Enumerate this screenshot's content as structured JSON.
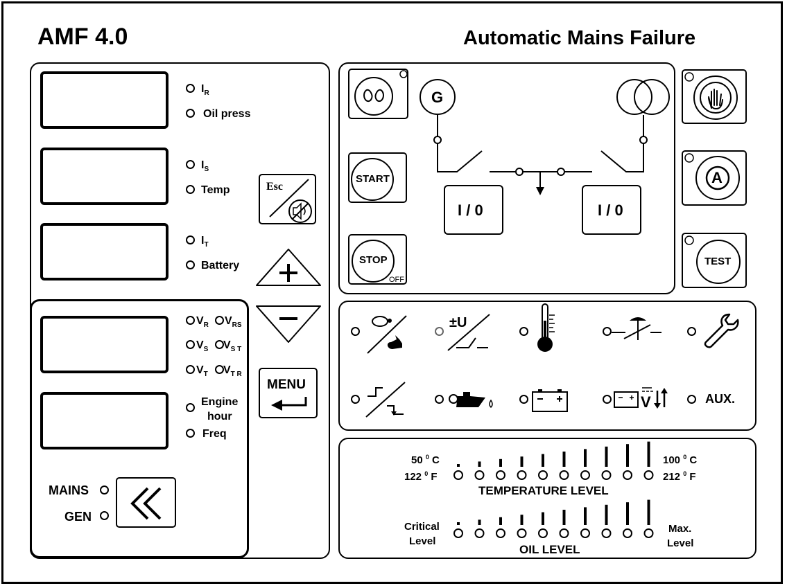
{
  "header": {
    "model": "AMF 4.0",
    "title": "Automatic Mains Failure"
  },
  "left_indicators": {
    "ir": "I",
    "ir_sub": "R",
    "oil_press": "Oil press",
    "is": "I",
    "is_sub": "S",
    "temp": "Temp",
    "it": "I",
    "it_sub": "T",
    "battery": "Battery",
    "vr": "V",
    "vr_sub": "R",
    "vrs": "V",
    "vrs_sub": "RS",
    "vs": "V",
    "vs_sub": "S",
    "vst": "V",
    "vst_sub": "S T",
    "vt": "V",
    "vt_sub": "T",
    "vtr": "V",
    "vtr_sub": "T R",
    "engine": "Engine",
    "hour": "hour",
    "freq": "Freq",
    "mains": "MAINS",
    "gen": "GEN"
  },
  "keys": {
    "esc": "Esc",
    "plus": "+",
    "minus": "−",
    "menu": "MENU"
  },
  "control": {
    "start": "START",
    "stop": "STOP",
    "off": "OFF",
    "gen_symbol": "G",
    "io_left": "I / 0",
    "io_right": "I / 0",
    "auto": "A",
    "test": "TEST"
  },
  "alarms": {
    "plus_minus_u": "±U",
    "aux": "AUX."
  },
  "temperature": {
    "low_c": "50",
    "low_f": "122",
    "high_c": "100",
    "high_f": "212",
    "deg": "0",
    "unit_c": "C",
    "unit_f": "F",
    "label": "TEMPERATURE LEVEL",
    "led_count": 10
  },
  "oil": {
    "low": "Critical",
    "low2": "Level",
    "high": "Max.",
    "high2": "Level",
    "label": "OIL LEVEL",
    "led_count": 10
  },
  "icons": [
    "fan-icon",
    "generator-icon",
    "transformer-icon",
    "emergency-stop-icon",
    "auto-icon",
    "speaker-mute-icon",
    "turtle-rabbit-icon",
    "voltage-icon",
    "thermometer-icon",
    "pressure-switch-icon",
    "wrench-icon",
    "level-switch-icon",
    "oil-can-icon",
    "battery-icon",
    "battery-voltage-icon",
    "double-chevron-left-icon",
    "enter-arrow-icon"
  ]
}
